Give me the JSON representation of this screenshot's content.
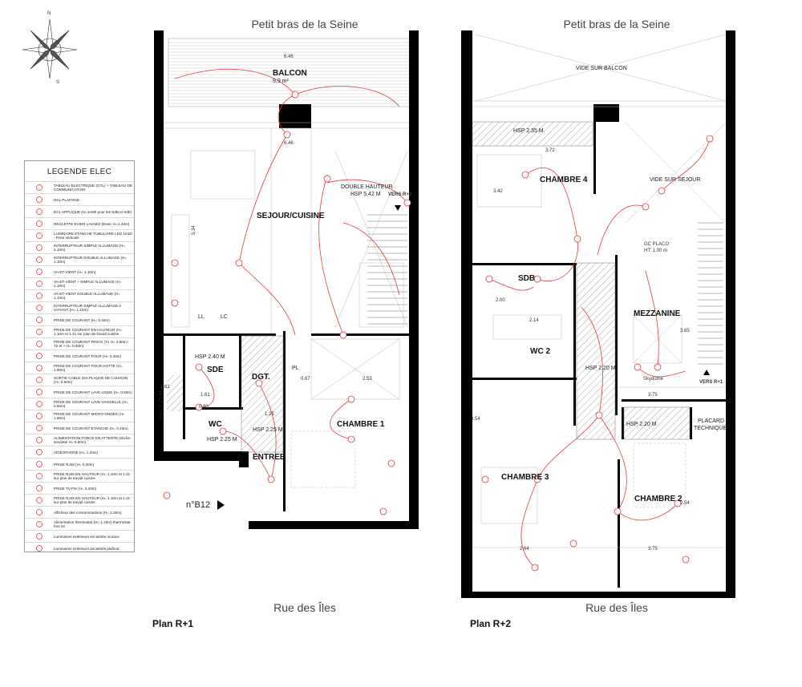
{
  "plan_r1": {
    "title": "Plan R+1",
    "street_top": "Petit bras de la Seine",
    "street_bottom": "Rue des Îles",
    "unit_marker": "n°B12",
    "rooms": {
      "balcon": "BALCON",
      "balcon_area": "9,9 m²",
      "sejour": "SEJOUR/CUISINE",
      "double_hauteur": "DOUBLE HAUTEUR",
      "double_hauteur_hsp": "HSP 5.42 M",
      "vers_r2": "VERS R+2",
      "sde": "SDE",
      "sde_hsp": "HSP 2.40 M",
      "dgt": "DGT.",
      "wc": "WC",
      "wc_hsp": "HSP 2.25 M",
      "chambre1": "CHAMBRE 1",
      "chambre1_hsp": "HSP 2.25 M",
      "entree": "ENTREE",
      "pl": "PL",
      "ll": "LL",
      "lc": "LC",
      "hsp_side": "HSP 2.25 M"
    },
    "dims": {
      "balcon_w": "6.46",
      "sejour_w": "6.46",
      "d_067": "0.67",
      "d_253": "2.53",
      "d_161": "1.61",
      "d_125": "1.25",
      "d_090": "0.90",
      "d_534": "5.34",
      "d_261": "2.61"
    }
  },
  "plan_r2": {
    "title": "Plan R+2",
    "street_top": "Petit bras de la Seine",
    "street_bottom": "Rue des Îles",
    "rooms": {
      "vide_balcon": "VIDE SUR BALCON",
      "chambre4": "CHAMBRE 4",
      "chambre4_hsp": "HSP 2.35 M",
      "vide_sejour": "VIDE SUR SEJOUR",
      "sdb": "SDB",
      "wc2": "WC 2",
      "mezzanine": "MEZZANINE",
      "mezz_hsp": "HSP 2.20 M",
      "gc_placo": "GC PLACO",
      "gc_placo_ht": "HT: 1.00 m",
      "vers_r1": "VERS R+1",
      "skydome": "Skydome",
      "hsp_220": "HSP 2.20 M",
      "placard": "PLACARD",
      "technique": "TECHNIQUE",
      "chambre3": "CHAMBRE 3",
      "chambre2": "CHAMBRE 2"
    },
    "dims": {
      "d_372": "3.72",
      "d_214": "2.14",
      "d_375a": "3.75",
      "d_375b": "3.75",
      "d_264": "2.64",
      "d_354": "3.54",
      "d_365": "3.65",
      "d_200": "2.00",
      "d_254": "2.54",
      "d_342": "3.42"
    }
  },
  "legend": {
    "title": "LEGENDE ELEC",
    "items": [
      "TABLEAU ELECTRIQUE (GTL) + TABLEAU DE COMMUNICATION",
      "DCL PLAFOND",
      "DCL APPLIQUE (H=1m80 pour les SdB et SdE)",
      "REGLETTE EVIER LAVABO (Evier: H=1.42m)",
      "LUMINAIRE ETANCHE TUBULAIRE LED 1m20 - Pose verticale",
      "INTERRUPTEUR SIMPLE ALLUMAGE (H= 1.10m)",
      "INTERRUPTEUR DOUBLE ALLUMAGE (H= 1.10m)",
      "VA-ET-VIENT (H= 1.10m)",
      "VA-ET-VIENT + SIMPLE ALLUMAGE (H= 1.10m)",
      "VA-ET-VIENT DOUBLE ALLUMAGE (H= 1.10m)",
      "INTERRUPTEUR SIMPLE ALLUMAGE A VOYANT (H= 1.10m)",
      "PRISE DE COURANT (H= 0.40m)",
      "PRISE DE COURANT EN HAUTEUR (H= 1.10m et 1.21 sur plan de travail cuisine",
      "PRISE DE COURANT FRIGO (T1 H= 3.80m / T2 et + H= 0.40m)",
      "PRISE DE COURANT FOUR (H= 0.30m)",
      "PRISE DE COURANT POUR HOTTE (H= 1.90m)",
      "SORTIE CABLE 32A PLAQUE DE CUISSON (H= 0.60m)",
      "PRISE DE COURANT LAVE-LINGE (H= 0.60m)",
      "PRISE DE COURANT LAVE-VAISSELLE (H= 0.60m)",
      "PRISE DE COURANT MICRO-ONDES (H= 1.65m)",
      "PRISE DE COURANT ETANCHE (H= 0.40m)",
      "ALIMENTATION FORCE EN ATTENTE (sèche-serviette H= 0.60m)",
      "VIDEOPHONE (H= 1.20m)",
      "PRISE RJ45 (H= 0.40m)",
      "PRISE RJ45 EN HAUTEUR (H= 1.10m et 1.21 sur plan de travail cuisine",
      "PRISE TV-FM (H= 0.40m)",
      "PRISE RJ45 EN HAUTEUR (H= 1.10m et 1.21 sur plan de travail cuisine",
      "Afficheur des consommations (H= 1.20m)",
      "Alimentation thermostat (H= 1.20m) thermostat fors lot",
      "Luminaires extérieurs encastrés muraux",
      "Luminaires extérieurs encastrés plafond"
    ]
  },
  "compass": {
    "n": "N",
    "s": "S"
  },
  "colors": {
    "wall": "#000000",
    "elec": "#e8393d",
    "hatch": "#888888",
    "grid": "#bbbbbb"
  }
}
